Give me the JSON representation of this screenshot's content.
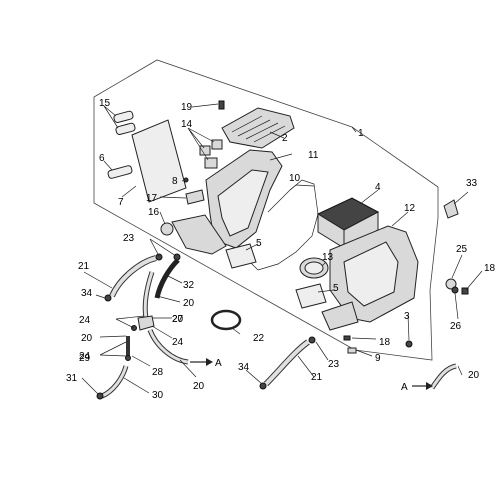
{
  "labels": {
    "l1": "1",
    "l2": "2",
    "l3": "3",
    "l4": "4",
    "l5a": "5",
    "l5b": "5",
    "l6": "6",
    "l7": "7",
    "l8": "8",
    "l9": "9",
    "l10": "10",
    "l11": "11",
    "l12": "12",
    "l13": "13",
    "l14": "14",
    "l15": "15",
    "l16": "16",
    "l17": "17",
    "l18a": "18",
    "l18b": "18",
    "l19": "19",
    "l20a": "20",
    "l20b": "20",
    "l20c": "20",
    "l20d": "20",
    "l20e": "20",
    "l21a": "21",
    "l21b": "21",
    "l22": "22",
    "l23a": "23",
    "l23b": "23",
    "l24a": "24",
    "l24b": "24",
    "l24c": "24",
    "l25": "25",
    "l26": "26",
    "l27": "27",
    "l28": "28",
    "l29": "29",
    "l30": "30",
    "l31": "31",
    "l32": "32",
    "l33": "33",
    "l34a": "34",
    "l34b": "34",
    "arrowA1": "A",
    "arrowA2": "A"
  }
}
